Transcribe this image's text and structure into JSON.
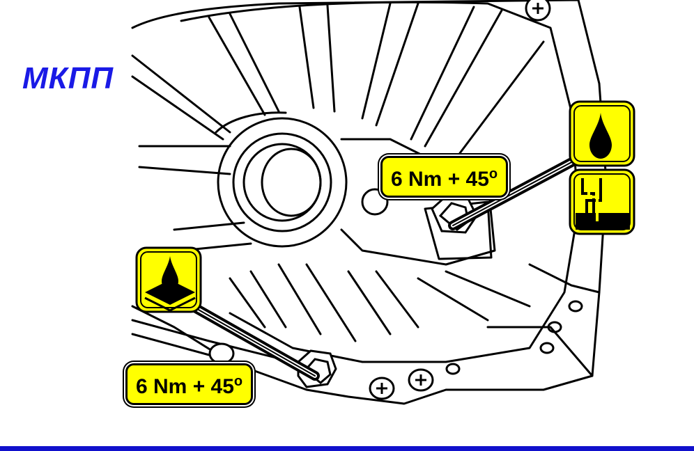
{
  "title": "МКПП",
  "torque_labels": [
    {
      "value": "6 Nm + 45",
      "unit": "o"
    },
    {
      "value": "6 Nm + 45",
      "unit": "o"
    }
  ],
  "icons": [
    "oil-drop-icon",
    "oil-level-icon",
    "sealant-icon"
  ],
  "colors": {
    "title": "#1a1ae6",
    "label_fill": "#ffff00",
    "outline": "#000000",
    "bottom_bar": "#1111cc"
  }
}
